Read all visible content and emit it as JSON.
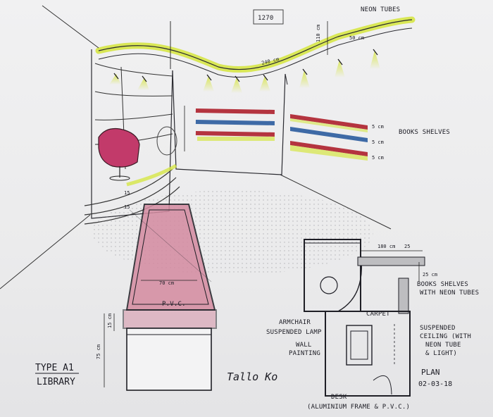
{
  "sheet_number": "1270",
  "title_line1": "TYPE A1",
  "title_line2": "LIBRARY",
  "date_label": "PLAN",
  "date_value": "02-03-18",
  "signature": "Tallo Ko",
  "labels": {
    "neon_tubes": "NEON TUBES",
    "books_shelves": "BOOKS SHELVES",
    "desk_material": "P.V.C.",
    "desk_width": "70 cm",
    "carpet": "CARPET",
    "armchair": "ARMCHAIR",
    "suspended_lamp": "SUSPENDED LAMP",
    "wall_painting_1": "WALL",
    "wall_painting_2": "PAINTING",
    "shelves_neon_1": "BOOKS SHELVES",
    "shelves_neon_2": "WITH NEON TUBES",
    "ceiling_1": "SUSPENDED",
    "ceiling_2": "CEILING (WITH",
    "ceiling_3": "NEON TUBE",
    "ceiling_4": "& LIGHT)",
    "desk_1": "DESK",
    "desk_2": "(ALUMINIUM FRAME & P.V.C.)"
  },
  "dimensions": {
    "d240": "240 cm",
    "d50": "50 cm",
    "d_h1": "75 cm",
    "d_h2": "15 cm",
    "d_110": "110 cm",
    "d_180": "180 cm",
    "d_25a": "25",
    "d_25b": "25 cm",
    "d_shelf1": "5 cm",
    "d_shelf2": "5 cm",
    "d_shelf3": "5 cm",
    "d_15a": "15",
    "d_15b": "15"
  },
  "colors": {
    "neon_yellow": "#d8e84a",
    "shelf_red": "#b4343f",
    "shelf_blue": "#3e6aa6",
    "chair_pink": "#c23a6a",
    "desk_pink": "#d48aa0"
  }
}
